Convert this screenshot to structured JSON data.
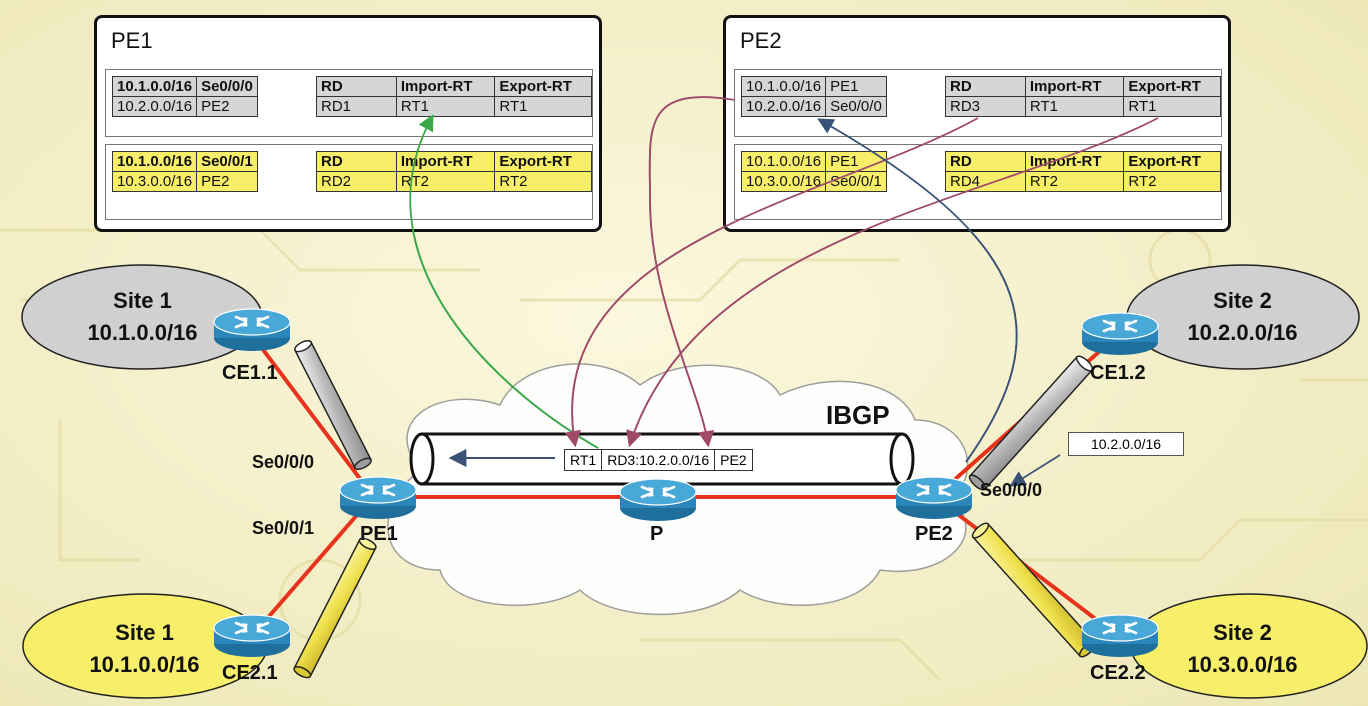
{
  "pe1": {
    "title": "PE1",
    "vrf1": {
      "routes": [
        [
          "10.1.0.0/16",
          "Se0/0/0"
        ],
        [
          "10.2.0.0/16",
          "PE2"
        ]
      ],
      "header": [
        "RD",
        "Import-RT",
        "Export-RT"
      ],
      "values": [
        "RD1",
        "RT1",
        "RT1"
      ]
    },
    "vrf2": {
      "routes": [
        [
          "10.1.0.0/16",
          "Se0/0/1"
        ],
        [
          "10.3.0.0/16",
          "PE2"
        ]
      ],
      "header": [
        "RD",
        "Import-RT",
        "Export-RT"
      ],
      "values": [
        "RD2",
        "RT2",
        "RT2"
      ]
    }
  },
  "pe2": {
    "title": "PE2",
    "vrf1": {
      "routes": [
        [
          "10.1.0.0/16",
          "PE1"
        ],
        [
          "10.2.0.0/16",
          "Se0/0/0"
        ]
      ],
      "header": [
        "RD",
        "Import-RT",
        "Export-RT"
      ],
      "values": [
        "RD3",
        "RT1",
        "RT1"
      ]
    },
    "vrf2": {
      "routes": [
        [
          "10.1.0.0/16",
          "PE1"
        ],
        [
          "10.3.0.0/16",
          "Se0/0/1"
        ]
      ],
      "header": [
        "RD",
        "Import-RT",
        "Export-RT"
      ],
      "values": [
        "RD4",
        "RT2",
        "RT2"
      ]
    }
  },
  "sites": {
    "s1a": {
      "name": "Site 1",
      "prefix": "10.1.0.0/16"
    },
    "s1b": {
      "name": "Site 1",
      "prefix": "10.1.0.0/16"
    },
    "s2a": {
      "name": "Site 2",
      "prefix": "10.2.0.0/16"
    },
    "s2b": {
      "name": "Site 2",
      "prefix": "10.3.0.0/16"
    }
  },
  "routers": {
    "ce11": "CE1.1",
    "ce21": "CE2.1",
    "ce12": "CE1.2",
    "ce22": "CE2.2",
    "pe1": "PE1",
    "p": "P",
    "pe2": "PE2"
  },
  "interfaces": {
    "pe1_s0": "Se0/0/0",
    "pe1_s1": "Se0/0/1",
    "pe2_s0": "Se0/0/0"
  },
  "ibgp_label": "IBGP",
  "packet": {
    "rt": "RT1",
    "vpnv4": "RD3:10.2.0.0/16",
    "next_hop": "PE2"
  },
  "route_update": "10.2.0.0/16",
  "colors": {
    "gray_vrf": "#d6d6d6",
    "yellow_vrf": "#f7ef6a",
    "link": "#e8331c",
    "router": "#2f8fc4",
    "arrow_green": "#3aa84a",
    "arrow_purple": "#a04a6a",
    "arrow_blue": "#3a5278",
    "site_gray": "#d0d0d0",
    "site_yellow": "#f7ef6a"
  },
  "icons": [
    "router-icon",
    "cloud-icon",
    "tunnel-icon"
  ]
}
